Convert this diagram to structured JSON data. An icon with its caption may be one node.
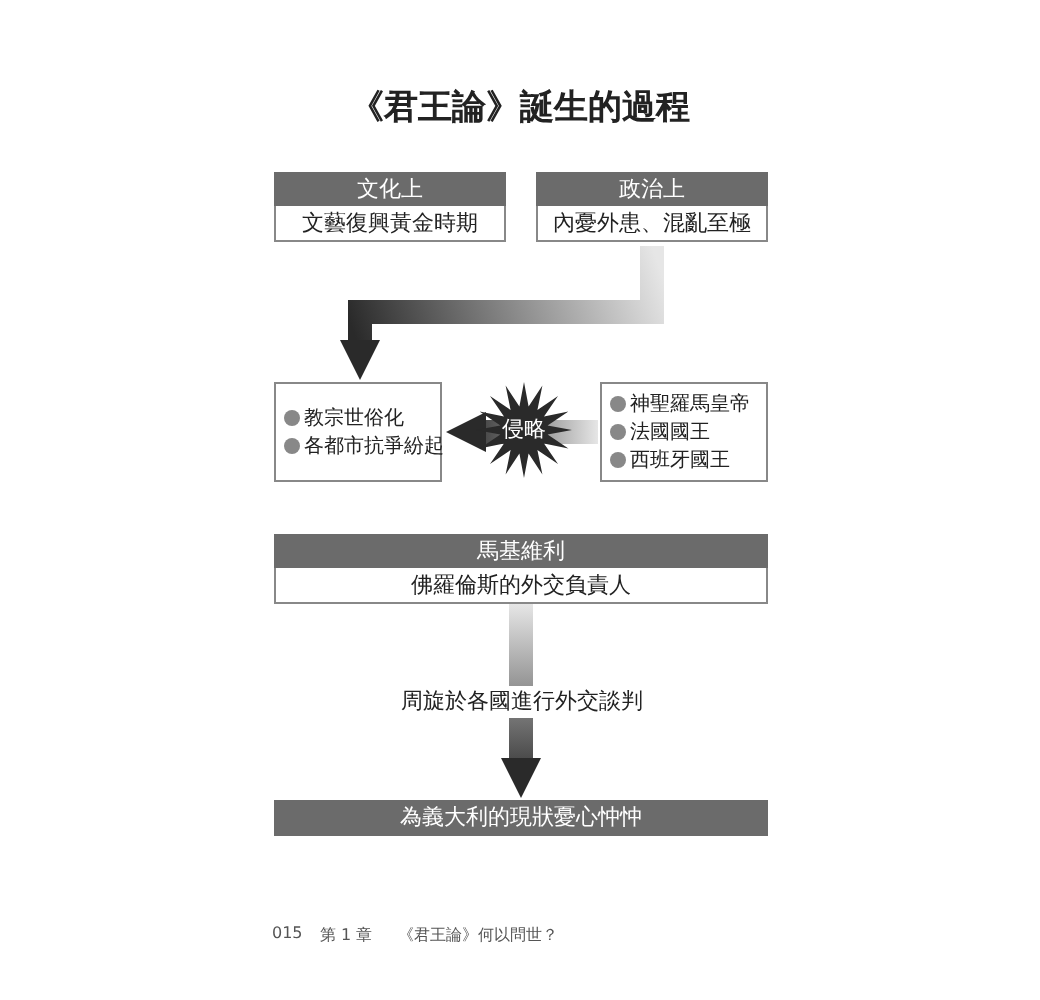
{
  "diagram": {
    "title": "《君王論》誕生的過程",
    "nodes": [
      {
        "text": [
          "文化上",
          "文藝復興黃金時期"
        ]
      },
      {
        "text": [
          "政治上",
          "內憂外患、混亂至極"
        ]
      },
      {
        "text": [
          "教宗世俗化",
          "各都市抗爭紛起"
        ]
      },
      {
        "text": [
          "神聖羅馬皇帝",
          "法國國王",
          "西班牙國王"
        ]
      },
      {
        "text": [
          "馬基維利",
          "佛羅倫斯的外交負責人"
        ]
      },
      {
        "text": [
          "為義大利的現狀憂心忡忡"
        ]
      }
    ],
    "edges": [
      {
        "from": 1,
        "to": 2,
        "arrow": "to",
        "style": "thick"
      },
      {
        "from": 3,
        "to": 2,
        "arrow": "to",
        "style": "thick",
        "label": "侵略"
      },
      {
        "from": 4,
        "to": 5,
        "arrow": "to",
        "style": "thick",
        "label": "周旋於各國進行外交談判"
      }
    ],
    "labels": [
      "015",
      "第 1 章",
      "《君王論》何以問世？"
    ]
  }
}
